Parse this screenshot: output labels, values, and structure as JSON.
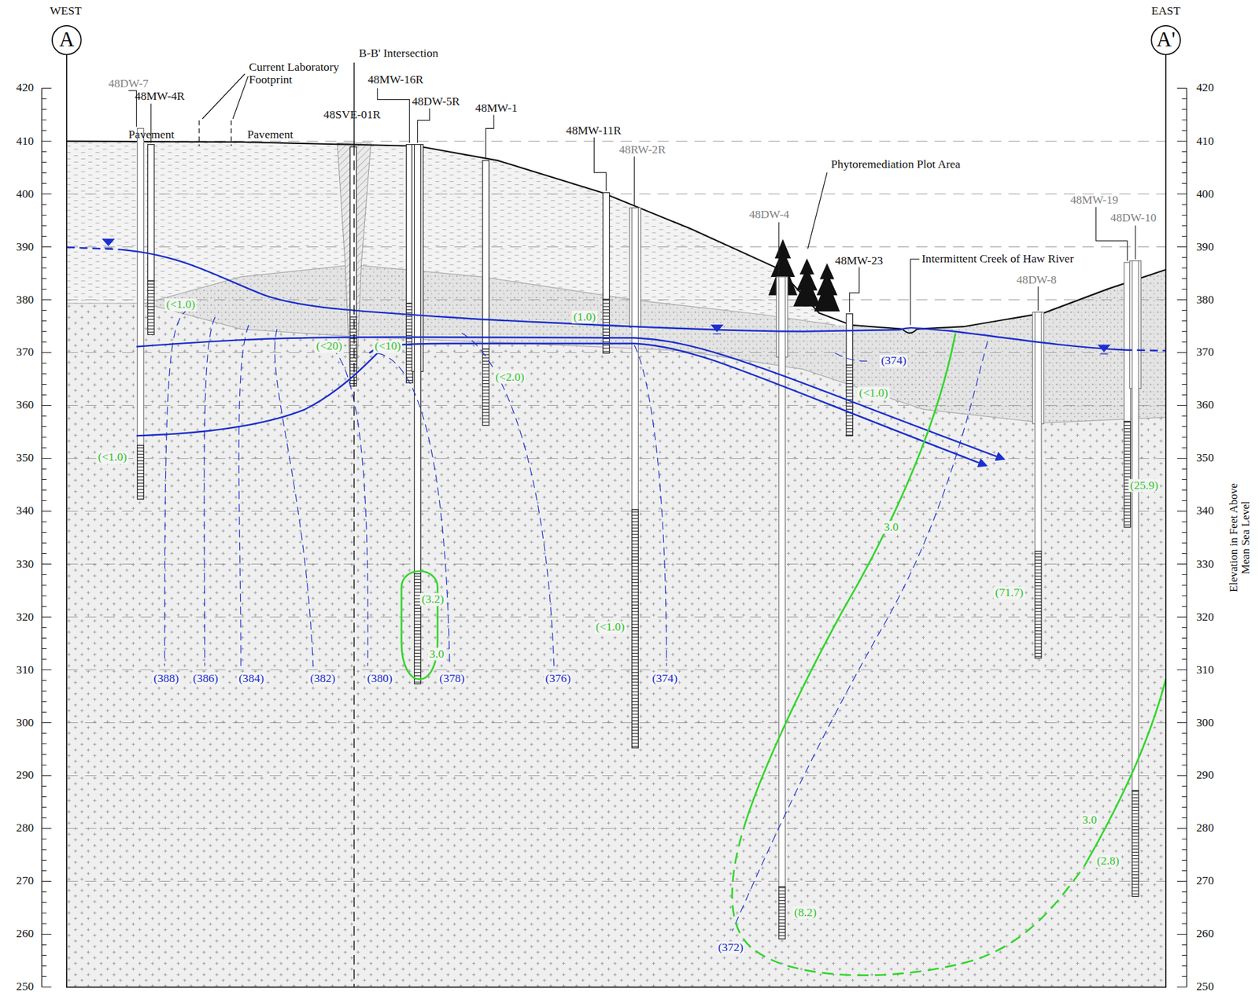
{
  "diagram": {
    "nodes": [
      {
        "text": [
          "A"
        ]
      },
      {
        "text": [
          "A'"
        ]
      }
    ],
    "labels": [
      "WEST",
      "EAST",
      "Current Laboratory Footprint",
      "B-B' Intersection",
      "48DW-7",
      "48MW-4R",
      "Pavement",
      "Pavement",
      "48SVE-01R",
      "48MW-16R",
      "48DW-5R",
      "48MW-1",
      "48MW-11R",
      "48RW-2R",
      "Phytoremediation Plot Area",
      "48DW-4",
      "48MW-19",
      "48DW-10",
      "48MW-23",
      "Intermittent Creek of Haw River",
      "48DW-8",
      "(<1.0)",
      "(1.0)",
      "(<20)",
      "(<10)",
      "(<2.0)",
      "(<1.0)",
      "(<1.0)",
      "(25.9)",
      "(3.2)",
      "3.0",
      "(<1.0)",
      "(71.7)",
      "3.0",
      "3.0",
      "(2.8)",
      "(8.2)",
      "(388)",
      "(386)",
      "(384)",
      "(382)",
      "(380)",
      "(378)",
      "(376)",
      "(374)",
      "(374)",
      "(372)",
      "420",
      "410",
      "400",
      "390",
      "380",
      "370",
      "360",
      "350",
      "340",
      "330",
      "320",
      "310",
      "300",
      "290",
      "280",
      "270",
      "260",
      "250",
      "420",
      "410",
      "400",
      "390",
      "380",
      "370",
      "360",
      "350",
      "340",
      "330",
      "320",
      "310",
      "300",
      "290",
      "280",
      "270",
      "260",
      "250",
      "Elevation in Feet Above Mean Sea Level"
    ]
  }
}
